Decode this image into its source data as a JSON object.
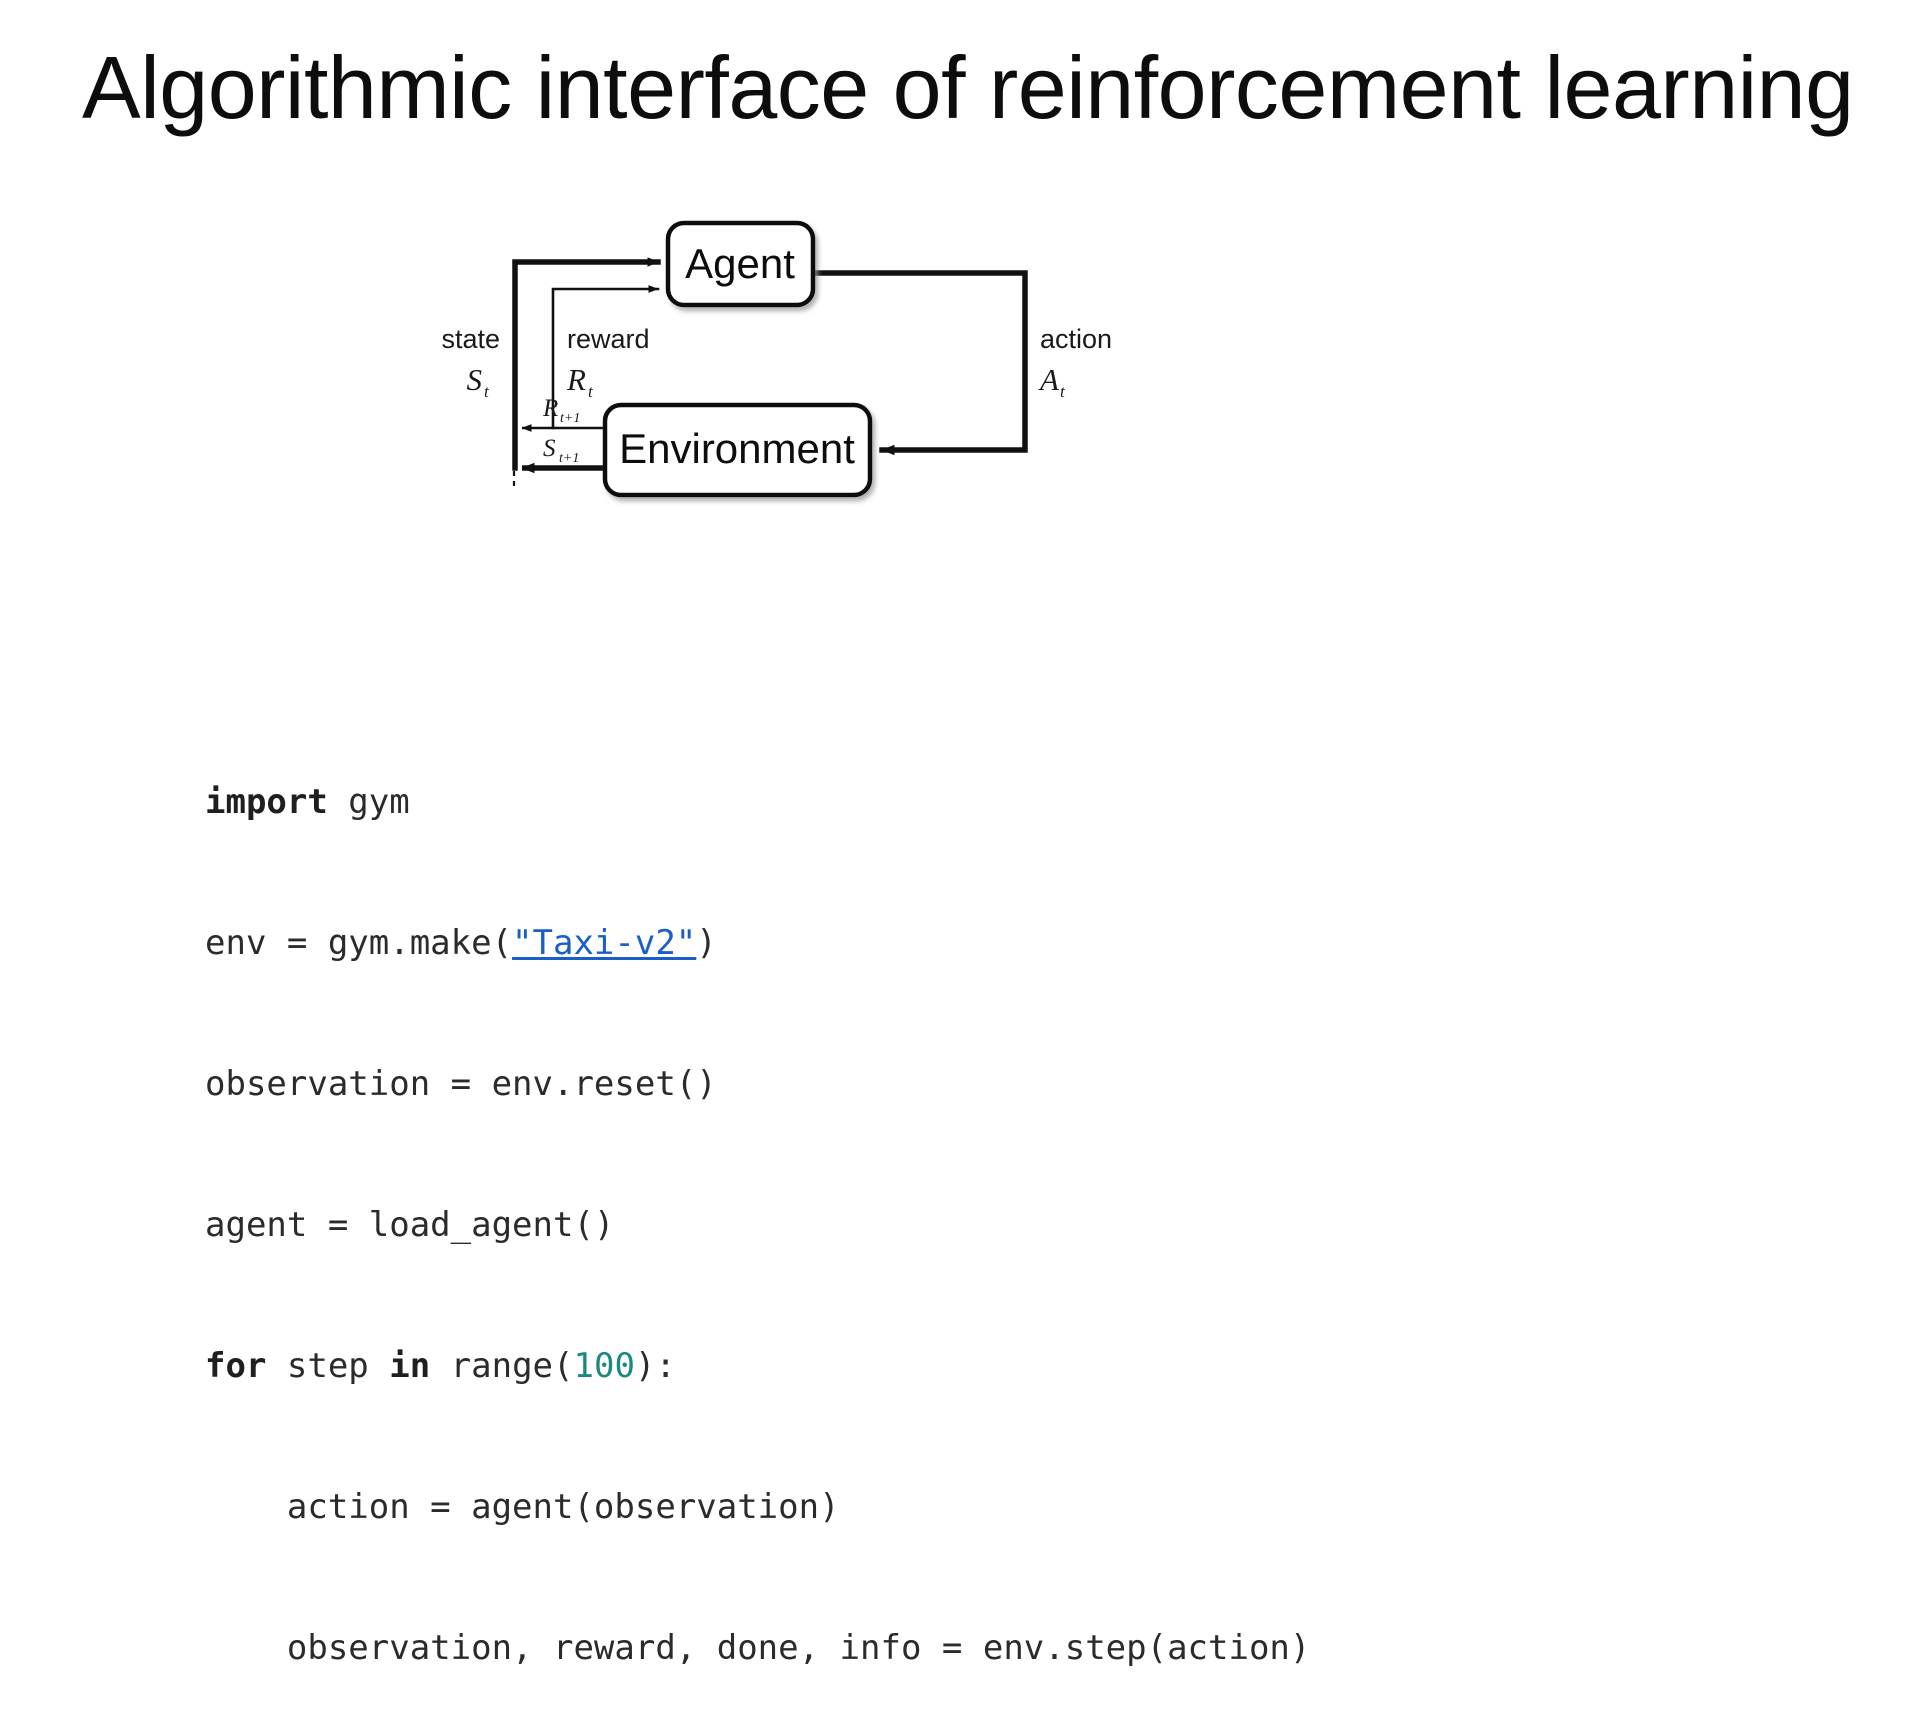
{
  "slide": {
    "title": "Algorithmic interface of reinforcement learning",
    "background_color": "#ffffff",
    "title_color": "#0d0d0d"
  },
  "diagram": {
    "name": "agent-environment-interaction-loop",
    "nodes": [
      {
        "id": "agent",
        "label": "Agent"
      },
      {
        "id": "environment",
        "label": "Environment"
      }
    ],
    "edge_labels": {
      "state_word": "state",
      "state_symbol": "S",
      "state_subscript": "t",
      "reward_word": "reward",
      "reward_symbol": "R",
      "reward_subscript": "t",
      "action_word": "action",
      "action_symbol": "A",
      "action_subscript": "t",
      "next_reward_symbol": "R",
      "next_reward_subscript": "t+1",
      "next_state_symbol": "S",
      "next_state_subscript": "t+1"
    },
    "line_color": "#111111",
    "box_fill": "#ffffff"
  },
  "code": {
    "language": "python",
    "link_color": "#1a5fc8",
    "number_color": "#1a8a80",
    "text_color": "#2b2b2b",
    "lines": [
      {
        "id": "l1",
        "segments": [
          {
            "text": "import",
            "style": "kw"
          },
          {
            "text": " gym",
            "style": "plain"
          }
        ]
      },
      {
        "id": "l2",
        "segments": [
          {
            "text": "env = gym.make(",
            "style": "plain"
          },
          {
            "text": "\"Taxi-v2\"",
            "style": "link"
          },
          {
            "text": ")",
            "style": "plain"
          }
        ]
      },
      {
        "id": "l3",
        "segments": [
          {
            "text": "observation = env.reset()",
            "style": "plain"
          }
        ]
      },
      {
        "id": "l4",
        "segments": [
          {
            "text": "agent = load_agent()",
            "style": "plain"
          }
        ]
      },
      {
        "id": "l5",
        "segments": [
          {
            "text": "for",
            "style": "kw"
          },
          {
            "text": " step ",
            "style": "plain"
          },
          {
            "text": "in",
            "style": "kw"
          },
          {
            "text": " range(",
            "style": "plain"
          },
          {
            "text": "100",
            "style": "num"
          },
          {
            "text": "):",
            "style": "plain"
          }
        ]
      },
      {
        "id": "l6",
        "segments": [
          {
            "text": "    action = agent(observation)",
            "style": "plain"
          }
        ]
      },
      {
        "id": "l7",
        "segments": [
          {
            "text": "    observation, reward, done, info = env.step(action)",
            "style": "plain"
          }
        ]
      }
    ]
  }
}
